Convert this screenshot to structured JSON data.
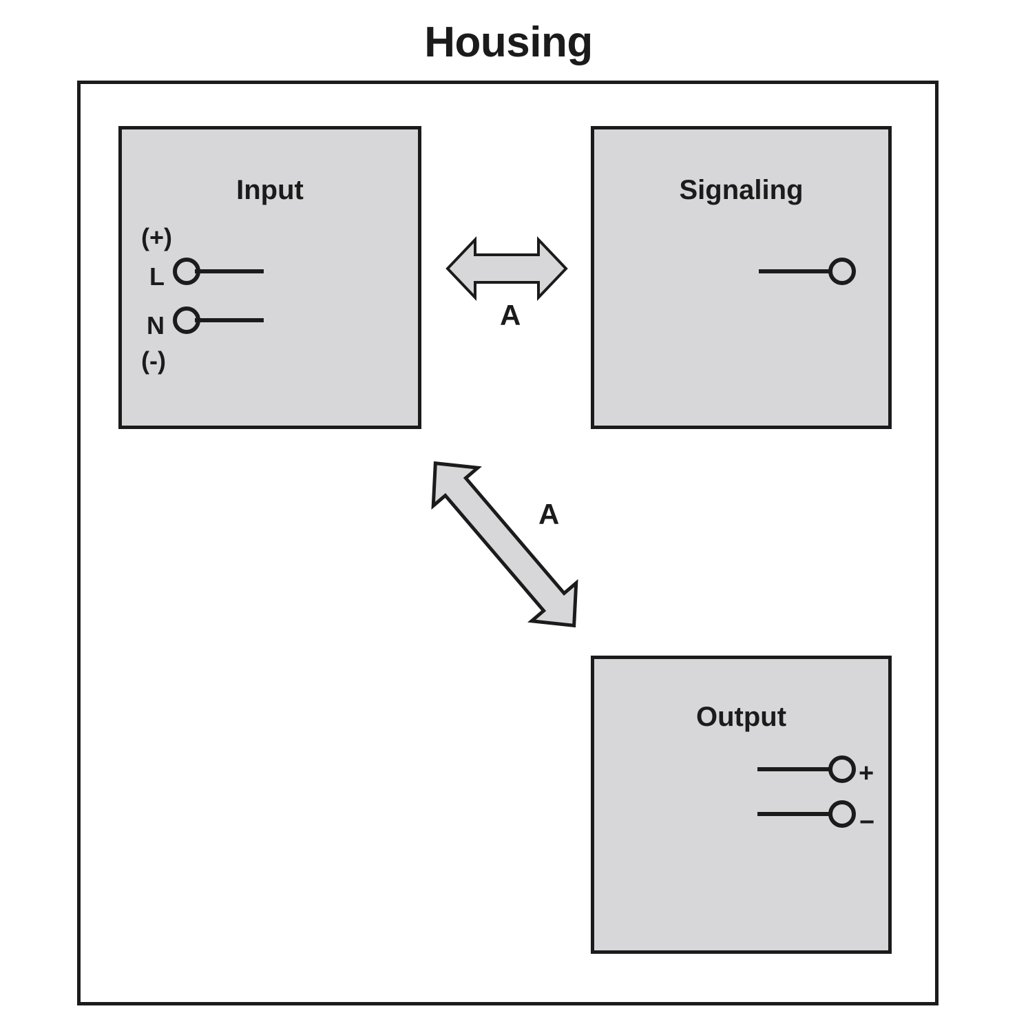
{
  "diagram": {
    "title": "Housing",
    "background_color": "#ffffff",
    "line_color": "#1b1b1b",
    "block_fill_color": "#d7d7d9",
    "blocks": [
      {
        "id": "input",
        "title": "Input",
        "polarity_top": "(+)",
        "polarity_bottom": "(-)",
        "terminals": [
          {
            "label": "L",
            "side": "left"
          },
          {
            "label": "N",
            "side": "left"
          }
        ]
      },
      {
        "id": "signaling",
        "title": "Signaling",
        "terminals": [
          {
            "label": "",
            "side": "right"
          }
        ]
      },
      {
        "id": "output",
        "title": "Output",
        "terminals": [
          {
            "label": "+",
            "side": "right"
          },
          {
            "label": "−",
            "side": "right"
          }
        ]
      }
    ],
    "arrows": [
      {
        "id": "input-to-signaling",
        "label": "A",
        "orientation": "horizontal",
        "heads": "double"
      },
      {
        "id": "input-to-output",
        "label": "A",
        "orientation": "diagonal",
        "heads": "double"
      }
    ]
  }
}
